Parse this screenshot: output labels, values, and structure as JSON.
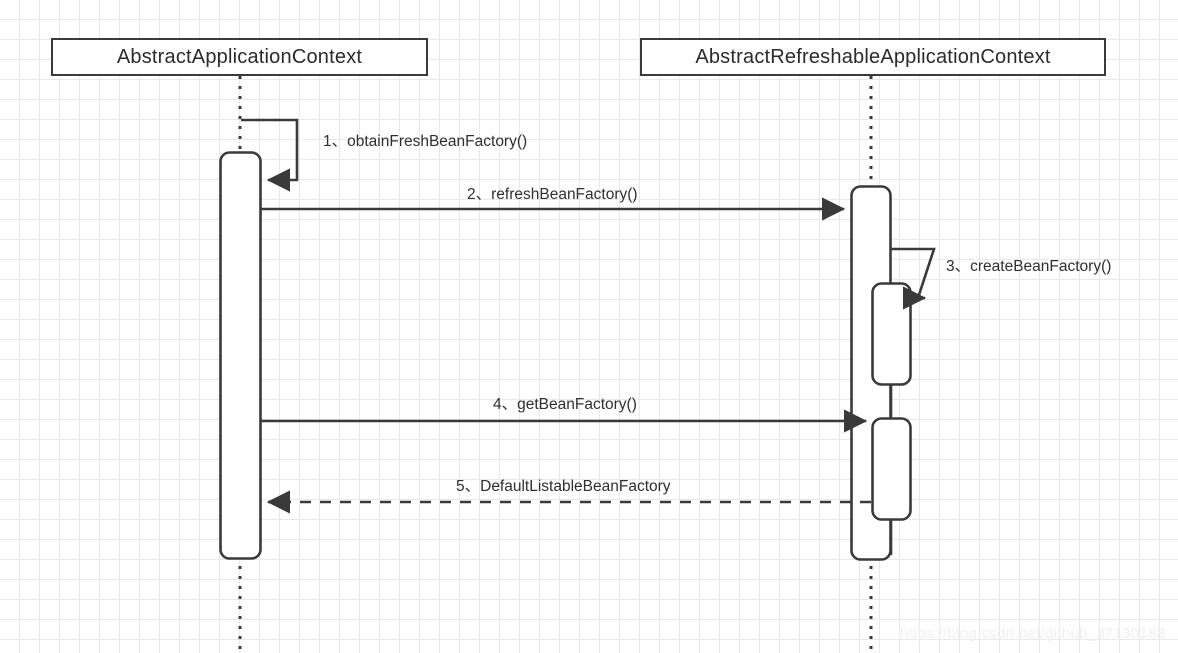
{
  "diagram": {
    "type": "uml-sequence-diagram",
    "background": "#ffffff",
    "grid_color": "#e9e9e9",
    "line_color": "#3a3a3a",
    "text_color": "#2b2b2b",
    "participants": [
      {
        "id": "p0",
        "name": "AbstractApplicationContext"
      },
      {
        "id": "p1",
        "name": "AbstractRefreshableApplicationContext"
      }
    ],
    "messages": [
      {
        "number": "1",
        "label": "1、obtainFreshBeanFactory()",
        "from": "p0",
        "to": "p0",
        "kind": "self-call",
        "style": "solid"
      },
      {
        "number": "2",
        "label": "2、refreshBeanFactory()",
        "from": "p0",
        "to": "p1",
        "kind": "call",
        "style": "solid"
      },
      {
        "number": "3",
        "label": "3、createBeanFactory()",
        "from": "p1",
        "to": "p1",
        "kind": "self-call",
        "style": "solid"
      },
      {
        "number": "4",
        "label": "4、getBeanFactory()",
        "from": "p0",
        "to": "p1",
        "kind": "call",
        "style": "solid"
      },
      {
        "number": "5",
        "label": "5、DefaultListableBeanFactory",
        "from": "p1",
        "to": "p0",
        "kind": "return",
        "style": "dashed"
      }
    ],
    "watermark": "https://blog.csdn.net/github_37130188"
  }
}
